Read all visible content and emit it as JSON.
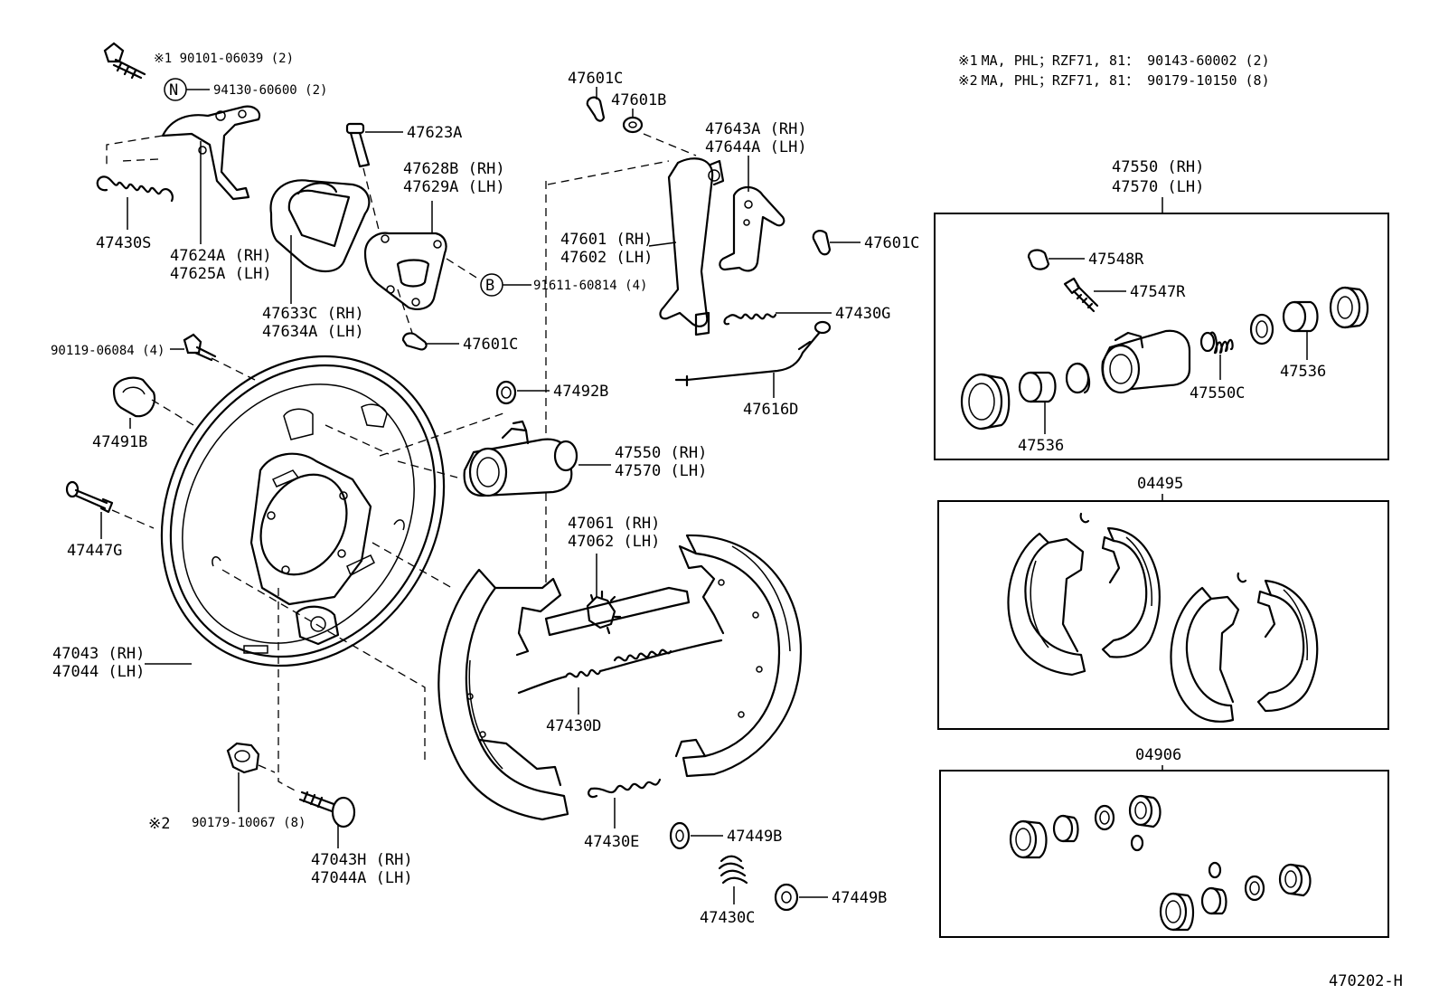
{
  "notes": [
    {
      "sym": "※1",
      "text": "MA, PHL；RZF71, 81：  90143-60002 (2)"
    },
    {
      "sym": "※2",
      "text": "MA, PHL；RZF71, 81：  90179-10150 (8)"
    }
  ],
  "parts": {
    "p_90101": "※1 90101-06039 (2)",
    "p_94130": "94130-60600 (2)",
    "circle_n": "N",
    "p_47430S": "47430S",
    "p_47624A": "47624A (RH)",
    "p_47625A": "47625A (LH)",
    "p_47623A": "47623A",
    "p_47628B": "47628B (RH)",
    "p_47629A": "47629A (LH)",
    "p_47633C": "47633C (RH)",
    "p_47634A": "47634A (LH)",
    "circle_b": "B",
    "p_91611": "91611-60814 (4)",
    "p_47601C_a": "47601C",
    "p_47601C_b": "47601C",
    "p_47601C_c": "47601C",
    "p_47601B": "47601B",
    "p_47643A": "47643A (RH)",
    "p_47644A": "47644A (LH)",
    "p_47601": "47601 (RH)",
    "p_47602": "47602 (LH)",
    "p_47430G": "47430G",
    "p_47616D": "47616D",
    "p_90119": "90119-06084 (4)",
    "p_47491B": "47491B",
    "p_47492B": "47492B",
    "p_47550": "47550 (RH)",
    "p_47570": "47570 (LH)",
    "p_47447G": "47447G",
    "p_47061": "47061 (RH)",
    "p_47062": "47062 (LH)",
    "p_47043": "47043 (RH)",
    "p_47044": "47044 (LH)",
    "p_47430D": "47430D",
    "p_90179": "90179-10067 (8)",
    "p_star2": "※2",
    "p_47043H": "47043H (RH)",
    "p_47044A": "47044A (LH)",
    "p_47430E": "47430E",
    "p_47449B_a": "47449B",
    "p_47449B_b": "47449B",
    "p_47430C": "47430C"
  },
  "kit1": {
    "title_rh": "47550 (RH)",
    "title_lh": "47570 (LH)",
    "p_47548R": "47548R",
    "p_47547R": "47547R",
    "p_47550C": "47550C",
    "p_47536_a": "47536",
    "p_47536_b": "47536"
  },
  "kit2": {
    "title": "04495"
  },
  "kit3": {
    "title": "04906"
  },
  "figure_code": "470202-H"
}
